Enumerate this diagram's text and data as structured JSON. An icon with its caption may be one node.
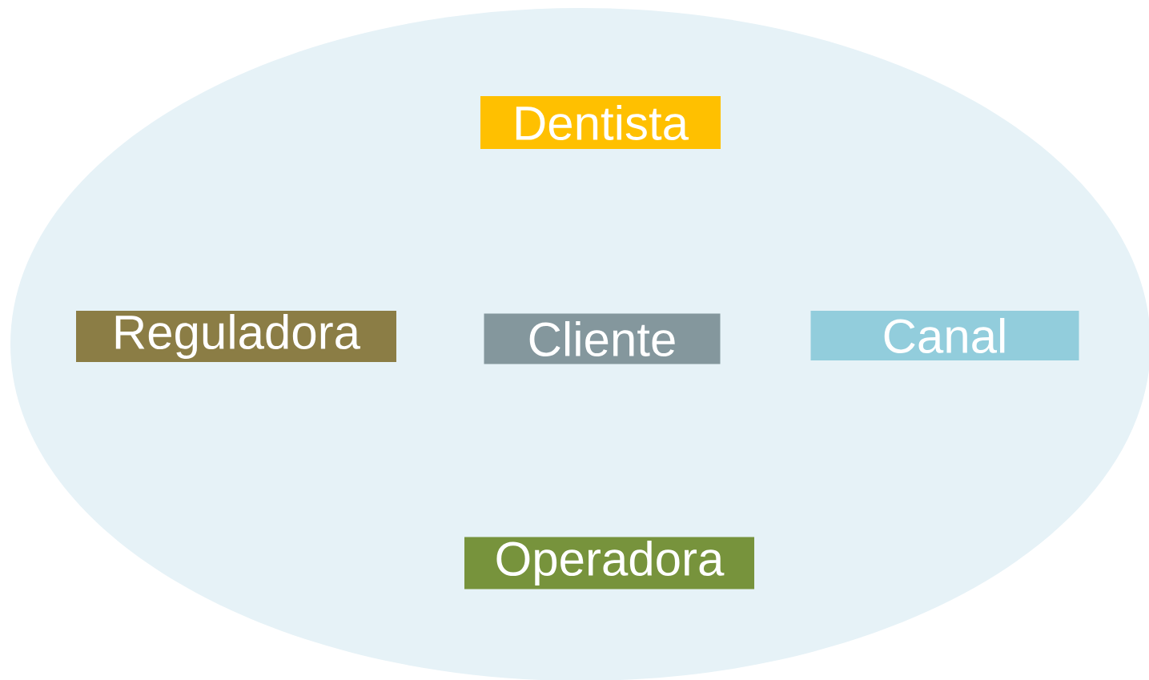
{
  "diagram": {
    "nodes": [
      {
        "text": [],
        "shape": "ellipse"
      },
      {
        "text": [
          "Dentista"
        ],
        "in": 0
      },
      {
        "text": [
          "Reguladora"
        ],
        "in": 0
      },
      {
        "text": [
          "Cliente"
        ],
        "in": 0
      },
      {
        "text": [
          "Canal"
        ],
        "in": 0
      },
      {
        "text": [
          "Operadora"
        ],
        "in": 0
      }
    ]
  }
}
